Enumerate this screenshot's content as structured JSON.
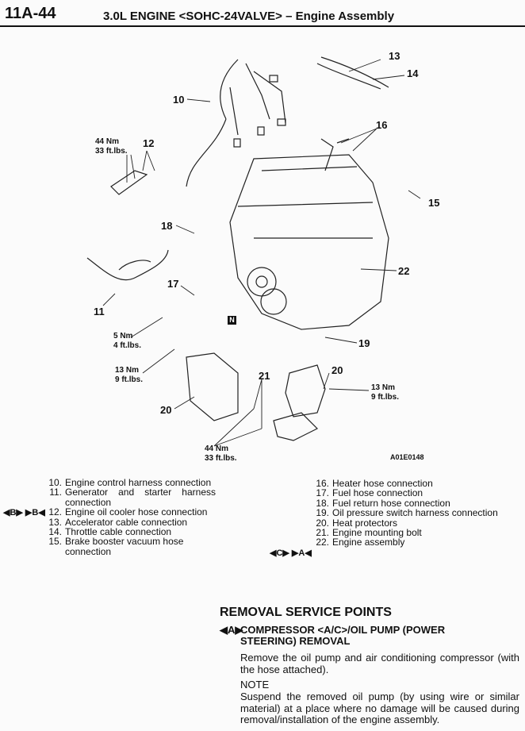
{
  "header": {
    "page_number": "11A-44",
    "title": "3.0L ENGINE <SOHC-24VALVE> – Engine Assembly"
  },
  "diagram": {
    "callouts": [
      "10",
      "11",
      "12",
      "13",
      "14",
      "15",
      "16",
      "17",
      "18",
      "19",
      "20",
      "20",
      "21",
      "22"
    ],
    "torques": {
      "t12": {
        "nm": "44 Nm",
        "ft": "33 ft.lbs."
      },
      "t5": {
        "nm": "5 Nm",
        "ft": "4 ft.lbs."
      },
      "t13l": {
        "nm": "13 Nm",
        "ft": "9 ft.lbs."
      },
      "t13r": {
        "nm": "13 Nm",
        "ft": "9 ft.lbs."
      },
      "t44": {
        "nm": "44 Nm",
        "ft": "33 ft.lbs."
      }
    },
    "n_mark": "N",
    "figure_code": "A01E0148"
  },
  "legend": {
    "left": [
      {
        "num": "10.",
        "text": "Engine control harness connection"
      },
      {
        "num": "11.",
        "text": "Generator and starter harness connection"
      },
      {
        "num": "12.",
        "text": "Engine oil cooler hose connection",
        "marks": "◀B▶  ▶B◀"
      },
      {
        "num": "13.",
        "text": "Accelerator cable connection"
      },
      {
        "num": "14.",
        "text": "Throttle cable connection"
      },
      {
        "num": "15.",
        "text": "Brake booster vacuum hose connection"
      }
    ],
    "right": [
      {
        "num": "16.",
        "text": "Heater hose connection"
      },
      {
        "num": "17.",
        "text": "Fuel hose connection"
      },
      {
        "num": "18.",
        "text": "Fuel return hose connection"
      },
      {
        "num": "19.",
        "text": "Oil pressure switch harness connection"
      },
      {
        "num": "20.",
        "text": "Heat protectors"
      },
      {
        "num": "21.",
        "text": "Engine mounting bolt"
      },
      {
        "num": "22.",
        "text": "Engine assembly",
        "marks": "◀C▶  ▶A◀"
      }
    ]
  },
  "section": {
    "title": "REMOVAL SERVICE POINTS",
    "subsection": {
      "mark": "◀A▶",
      "line1": "COMPRESSOR <A/C>/OIL PUMP (POWER",
      "line2": "STEERING) REMOVAL"
    },
    "para1": "Remove the oil pump and air conditioning compressor (with the hose attached).",
    "note_label": "NOTE",
    "note": "Suspend the removed oil pump (by using wire or similar material) at a place where no damage will be caused during removal/installation of the engine assembly."
  }
}
